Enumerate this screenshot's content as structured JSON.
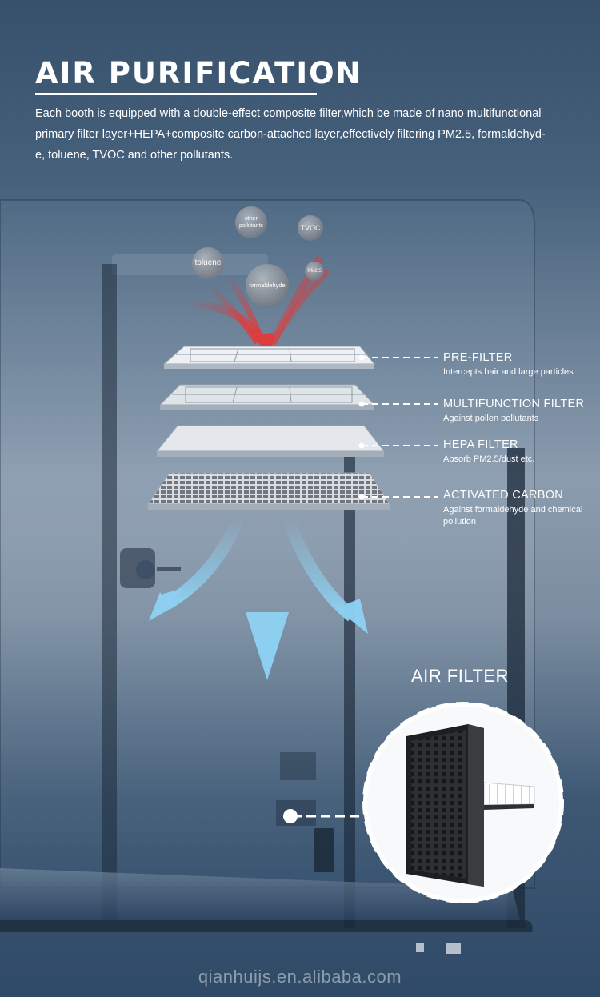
{
  "header": {
    "title": "AIR PURIFICATION",
    "intro_lines": [
      "Each booth is equipped with a double-effect composite filter,which  be made of nano multifunctional",
      "primary filter layer+HEPA+composite carbon-attached layer,effectively filtering PM2.5, formaldehyd-",
      "e, toluene, TVOC and other pollutants."
    ]
  },
  "pollutants": {
    "other": [
      "other",
      "pollutants"
    ],
    "tvoc": "TVOC",
    "toluene": "toluene",
    "formaldehyde": "formaldehyde",
    "pm25": "PM2.5"
  },
  "filters": [
    {
      "name": "PRE-FILTER",
      "desc": "Intercepts hair and large particles"
    },
    {
      "name": "MULTIFUNCTION FILTER",
      "desc": "Against pollen pollutants"
    },
    {
      "name": "HEPA FILTER",
      "desc": "Absorb PM2.5/dust etc."
    },
    {
      "name": "ACTIVATED CARBON",
      "desc": "Against formaldehyde and chemical pollution"
    }
  ],
  "air_filter": {
    "heading": "AIR FILTER"
  },
  "watermark": "qianhuijs.en.alibaba.com",
  "colors": {
    "pollution_arrow": "#e23a3a",
    "clean_air_arrow": "#8fd3f5",
    "booth_frame": "#1c2a3a",
    "text": "#ffffff"
  }
}
